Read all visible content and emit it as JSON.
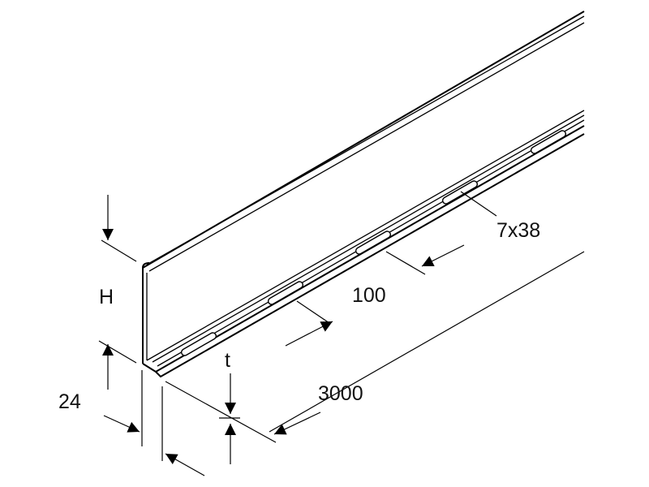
{
  "labels": {
    "height": "H",
    "flange": "24",
    "thickness": "t",
    "length": "3000",
    "pitch": "100",
    "slot": "7x38"
  },
  "colors": {
    "line": "#000000",
    "fill": "#ffffff"
  }
}
